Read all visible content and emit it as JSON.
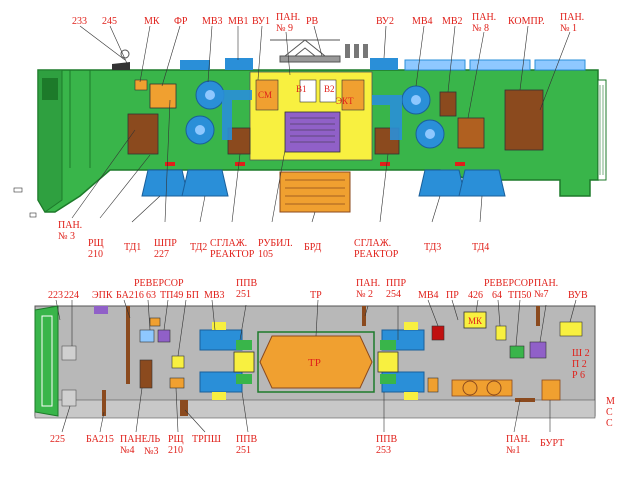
{
  "colors": {
    "body_green": "#39b54a",
    "dark_green": "#1d7a2a",
    "equipment_blue": "#2a8fd8",
    "light_blue": "#8ec8ff",
    "cabinet_brown": "#8b4a1e",
    "orange": "#f0a030",
    "yellow": "#f8f040",
    "label_red": "#e0201a",
    "floor_gray": "#b8b8b8"
  },
  "top_labels": {
    "l233": "233",
    "l245": "245",
    "mk": "МК",
    "fr": "ФР",
    "mv3": "МВ3",
    "mv1": "МВ1",
    "vu1": "ВУ1",
    "pan9": "ПАН.\n№ 9",
    "rv": "РВ",
    "vu2": "ВУ2",
    "mv4": "МВ4",
    "mv2": "МВ2",
    "pan8": "ПАН.\n№ 8",
    "kompr": "КОМПР.",
    "pan1": "ПАН.\n№ 1"
  },
  "top_inner_labels": {
    "sm": "СМ",
    "v1": "В1",
    "v2": "В2",
    "eht": "ЭКТ"
  },
  "top_bottom_labels": {
    "pan3": "ПАН.\n№ 3",
    "rshch210": "РЩ\n210",
    "td1": "ТД1",
    "shpr227": "ШПР\n227",
    "td2": "ТД2",
    "sglazh1": "СГЛАЖ.\nРЕАКТОР",
    "rubil": "РУБИЛ.\n105",
    "brd": "БРД",
    "sglazh2": "СГЛАЖ.\nРЕАКТОР",
    "td3": "ТД3",
    "td4": "ТД4"
  },
  "plan_top_labels": {
    "l223": "223",
    "l224": "224",
    "epk": "ЭПК",
    "ba216": "БА216",
    "l63": "63",
    "reversor1": "РЕВЕРСОР",
    "tp49": "ТП49",
    "bp": "БП",
    "mv3": "МВ3",
    "ppv251": "ППВ\n251",
    "tr": "ТР",
    "pan2": "ПАН.\n№ 2",
    "ppr254": "ППР\n254",
    "mv4": "МВ4",
    "pr": "ПР",
    "l426": "426",
    "l64": "64",
    "reversor2": "РЕВЕРСОР",
    "tp50": "ТП50",
    "pan7": "ПАН.\n№7",
    "vuv": "ВУВ"
  },
  "plan_inner_labels": {
    "mk": "МК",
    "tr_center": "ТР"
  },
  "plan_right_labels": {
    "sh2p2r6": "Ш 2\nП 2\nР 6",
    "mcs": "М\nС\nС"
  },
  "plan_bottom_labels": {
    "l225": "225",
    "ba215": "БА215",
    "panel4": "ПАНЕЛЬ\n№4",
    "n3": "№3",
    "rshch210": "РЩ\n210",
    "trpsh": "ТРПШ",
    "ppv251b": "ППВ\n251",
    "ppv253": "ППВ\n253",
    "pan1": "ПАН.\n№1",
    "burt": "БУРТ"
  }
}
